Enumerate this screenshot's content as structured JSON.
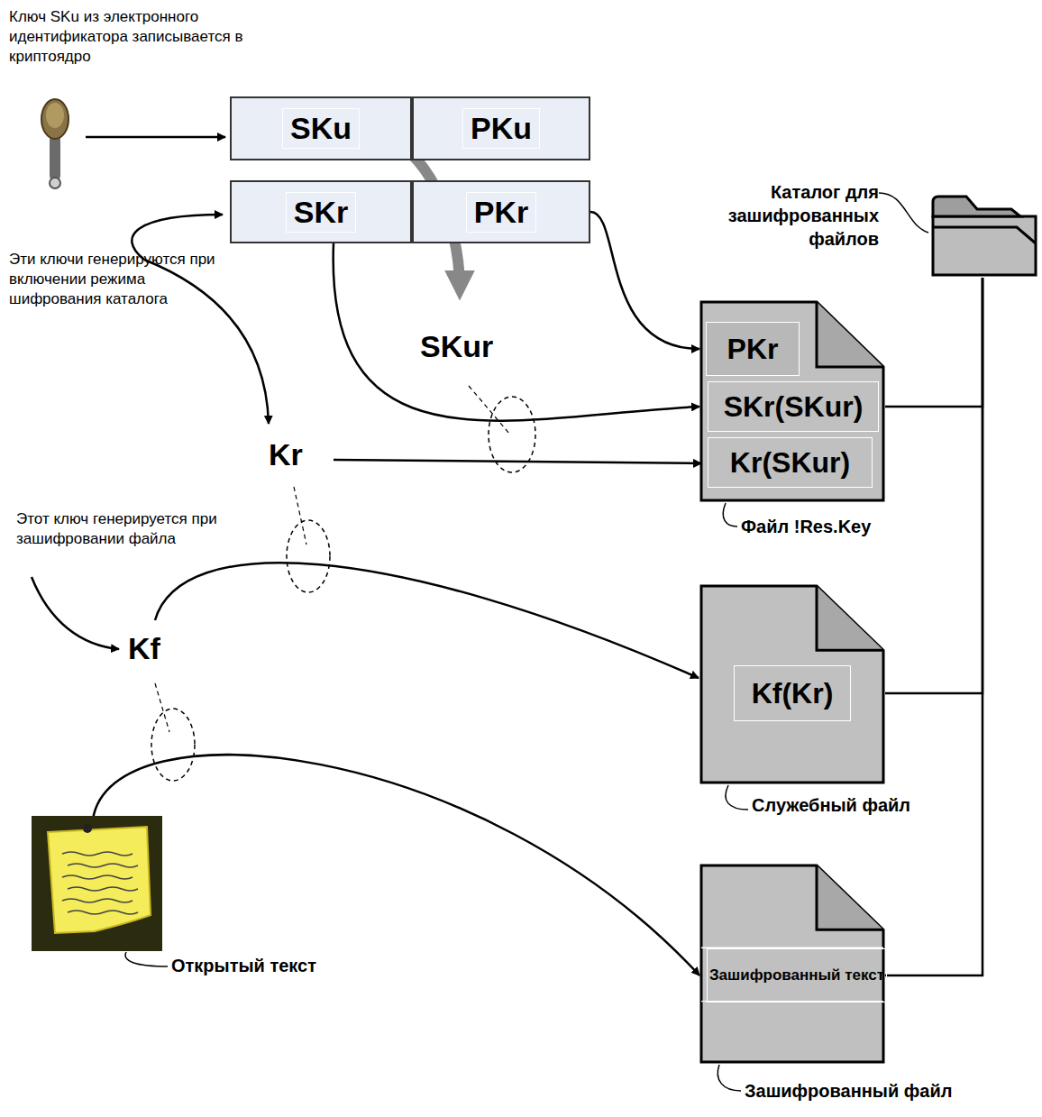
{
  "diagram": {
    "nodes": [
      {
        "text": [
          "SKu"
        ]
      },
      {
        "text": [
          "PKu"
        ]
      },
      {
        "text": [
          "SKr"
        ]
      },
      {
        "text": [
          "PKr"
        ]
      },
      {
        "text": [
          "Файл !Res.Key"
        ]
      },
      {
        "text": [
          "PKr"
        ],
        "in": 4
      },
      {
        "text": [
          "SKr(SKur)"
        ],
        "in": 4
      },
      {
        "text": [
          "Kr(SKur)"
        ],
        "in": 4
      },
      {
        "text": [
          "Служебный файл"
        ]
      },
      {
        "text": [
          "Kf(Kr)"
        ],
        "in": 8
      },
      {
        "text": [
          "Зашифрованный файл"
        ]
      },
      {
        "text": [
          "Зашифрованный текст"
        ],
        "in": 10
      },
      {
        "text": [
          "Каталог для зашифрованных файлов"
        ]
      },
      {
        "text": [
          "Открытый текст"
        ]
      }
    ],
    "edges": [
      {
        "from": 3,
        "to": 5,
        "arrow": "to"
      },
      {
        "from": 2,
        "to": 6,
        "arrow": "to"
      },
      {
        "from": 13,
        "to": 11,
        "arrow": "to"
      },
      {
        "from": 12,
        "to": 4,
        "arrow": "none"
      },
      {
        "from": 12,
        "to": 8,
        "arrow": "none"
      },
      {
        "from": 12,
        "to": 10,
        "arrow": "none"
      }
    ],
    "labels": [
      "Ключ SKu из электронного идентификатора записывается в криптоядро",
      "Эти ключи генерируются при включении режима шифрования каталога",
      "Этот ключ генерируется при зашифровании файла",
      "SKur",
      "Kr",
      "Kf"
    ]
  }
}
